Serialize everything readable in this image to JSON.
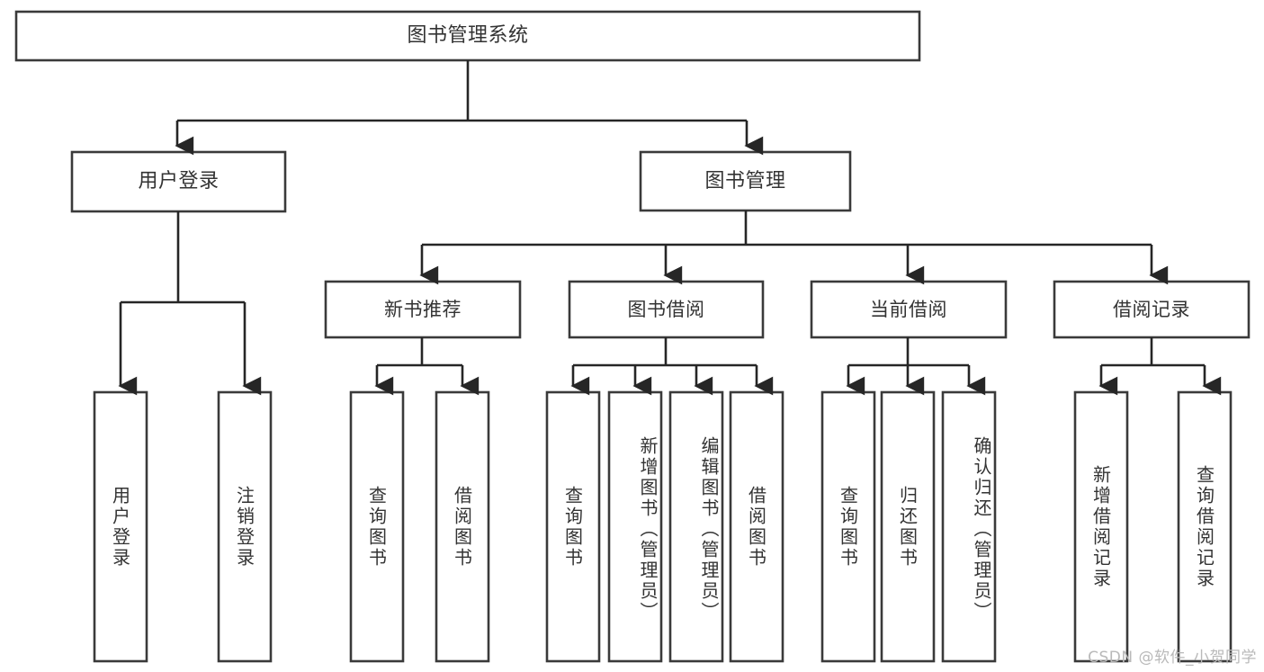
{
  "diagram": {
    "title": "图书管理系统",
    "type": "tree-hierarchy",
    "colors": {
      "box_stroke": "#3a3a3a",
      "connector": "#262626",
      "text": "#333333",
      "background": "#ffffff",
      "watermark": "#b9b9b9"
    },
    "root": {
      "label": "图书管理系统"
    },
    "level1": [
      {
        "label": "用户登录"
      },
      {
        "label": "图书管理"
      }
    ],
    "level2": [
      {
        "label": "新书推荐"
      },
      {
        "label": "图书借阅"
      },
      {
        "label": "当前借阅"
      },
      {
        "label": "借阅记录"
      }
    ],
    "leaves": {
      "user_login": [
        {
          "label": "用户登录"
        },
        {
          "label": "注销登录"
        }
      ],
      "new_book_recommend": [
        {
          "label": "查询图书"
        },
        {
          "label": "借阅图书"
        }
      ],
      "book_borrow": [
        {
          "label": "查询图书"
        },
        {
          "label": "新增图书（管理员）"
        },
        {
          "label": "编辑图书（管理员）"
        },
        {
          "label": "借阅图书"
        }
      ],
      "current_borrow": [
        {
          "label": "查询图书"
        },
        {
          "label": "归还图书"
        },
        {
          "label": "确认归还（管理员）"
        }
      ],
      "borrow_record": [
        {
          "label": "新增借阅记录"
        },
        {
          "label": "查询借阅记录"
        }
      ]
    }
  },
  "watermark": {
    "text": "CSDN @软件_小贺同学"
  }
}
